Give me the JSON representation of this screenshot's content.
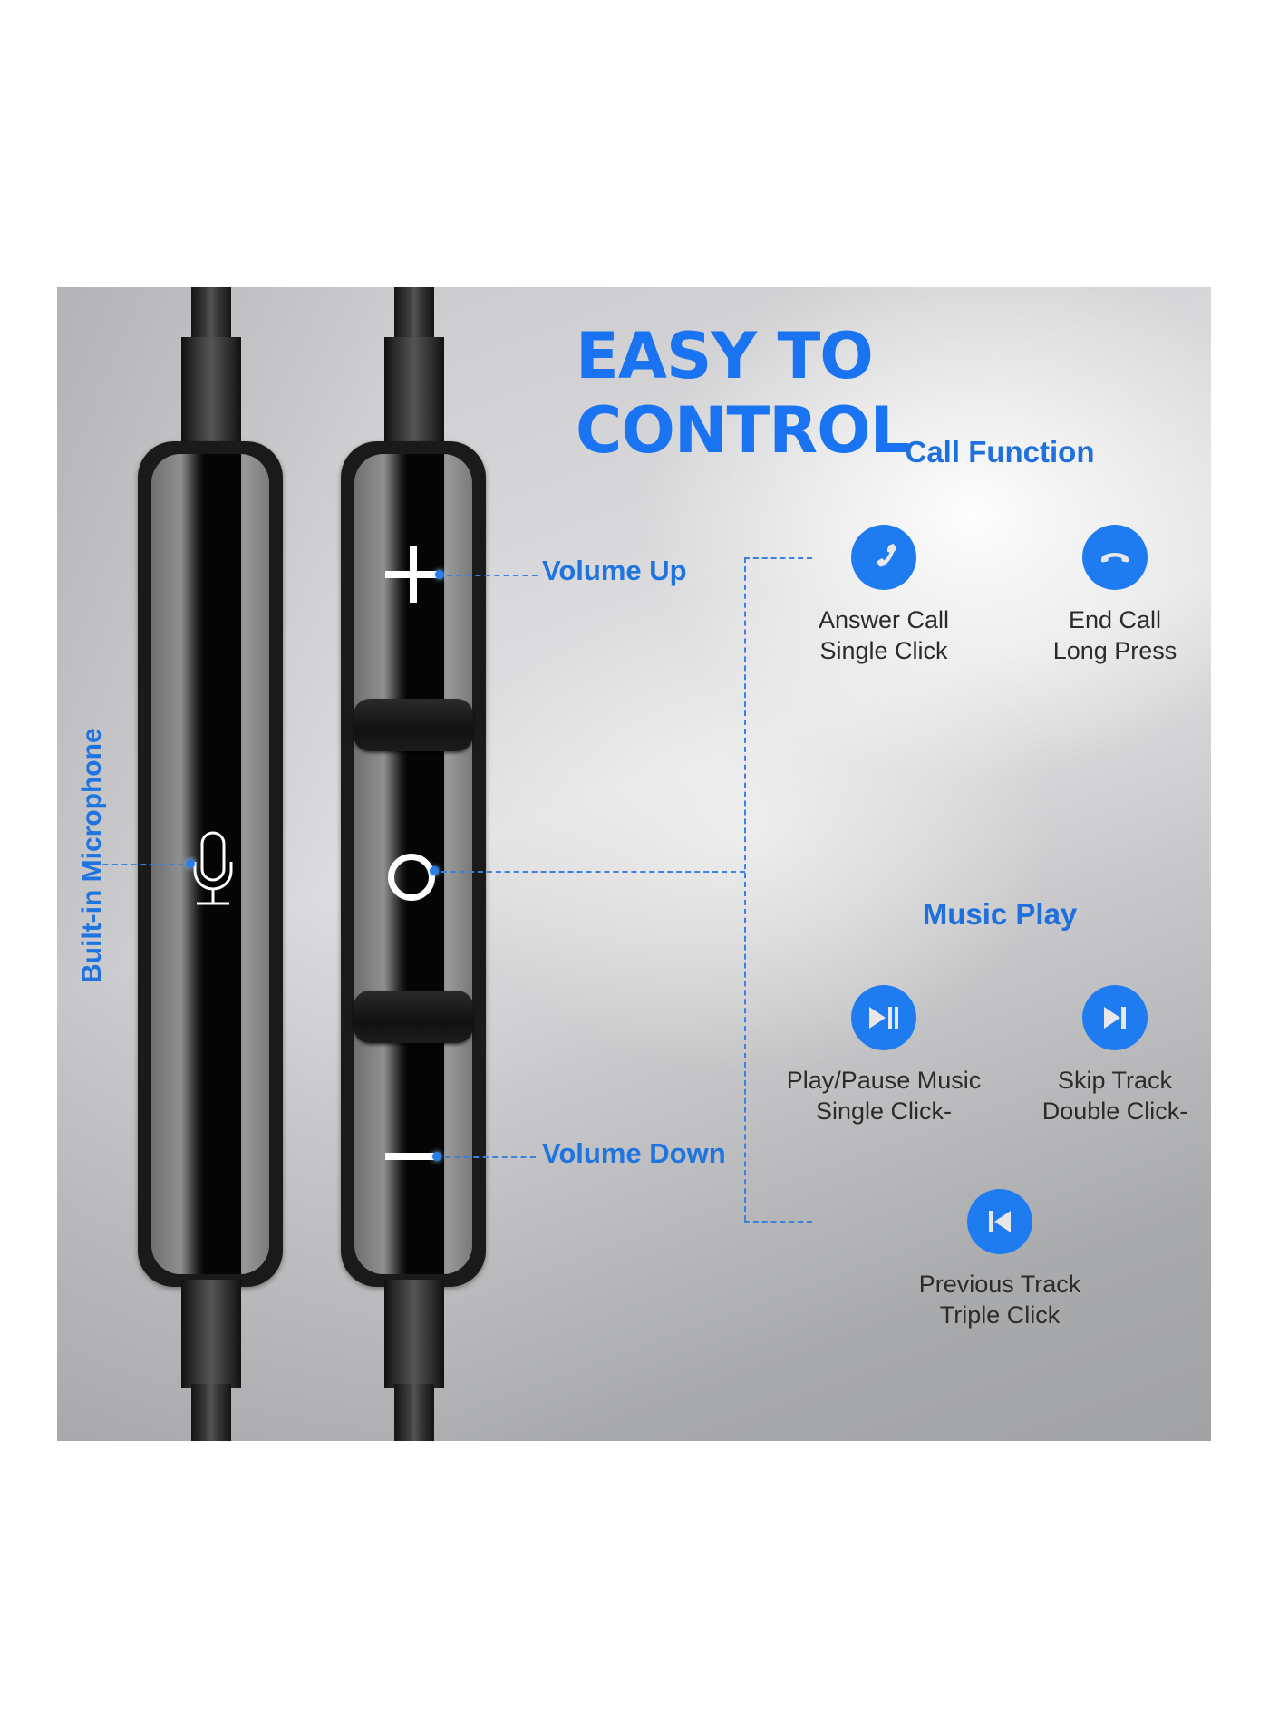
{
  "title": "EASY TO CONTROL",
  "side_label": "Built-in Microphone",
  "remote_labels": {
    "volume_up": "Volume Up",
    "volume_down": "Volume Down"
  },
  "call_function": {
    "heading": "Call Function",
    "items": [
      {
        "icon": "phone-answer-icon",
        "line1": "Answer Call",
        "line2": "Single Click"
      },
      {
        "icon": "phone-hangup-icon",
        "line1": "End Call",
        "line2": "Long Press"
      }
    ]
  },
  "music_play": {
    "heading": "Music Play",
    "items": [
      {
        "icon": "play-pause-icon",
        "line1": "Play/Pause Music",
        "line2": "Single Click-"
      },
      {
        "icon": "skip-next-icon",
        "line1": "Skip Track",
        "line2": "Double Click-"
      },
      {
        "icon": "skip-previous-icon",
        "line1": "Previous Track",
        "line2": "Triple Click"
      }
    ]
  },
  "colors": {
    "accent_blue": "#1f74e0",
    "icon_circle": "#1f7cf0",
    "text_dark": "#2b2b2b"
  }
}
